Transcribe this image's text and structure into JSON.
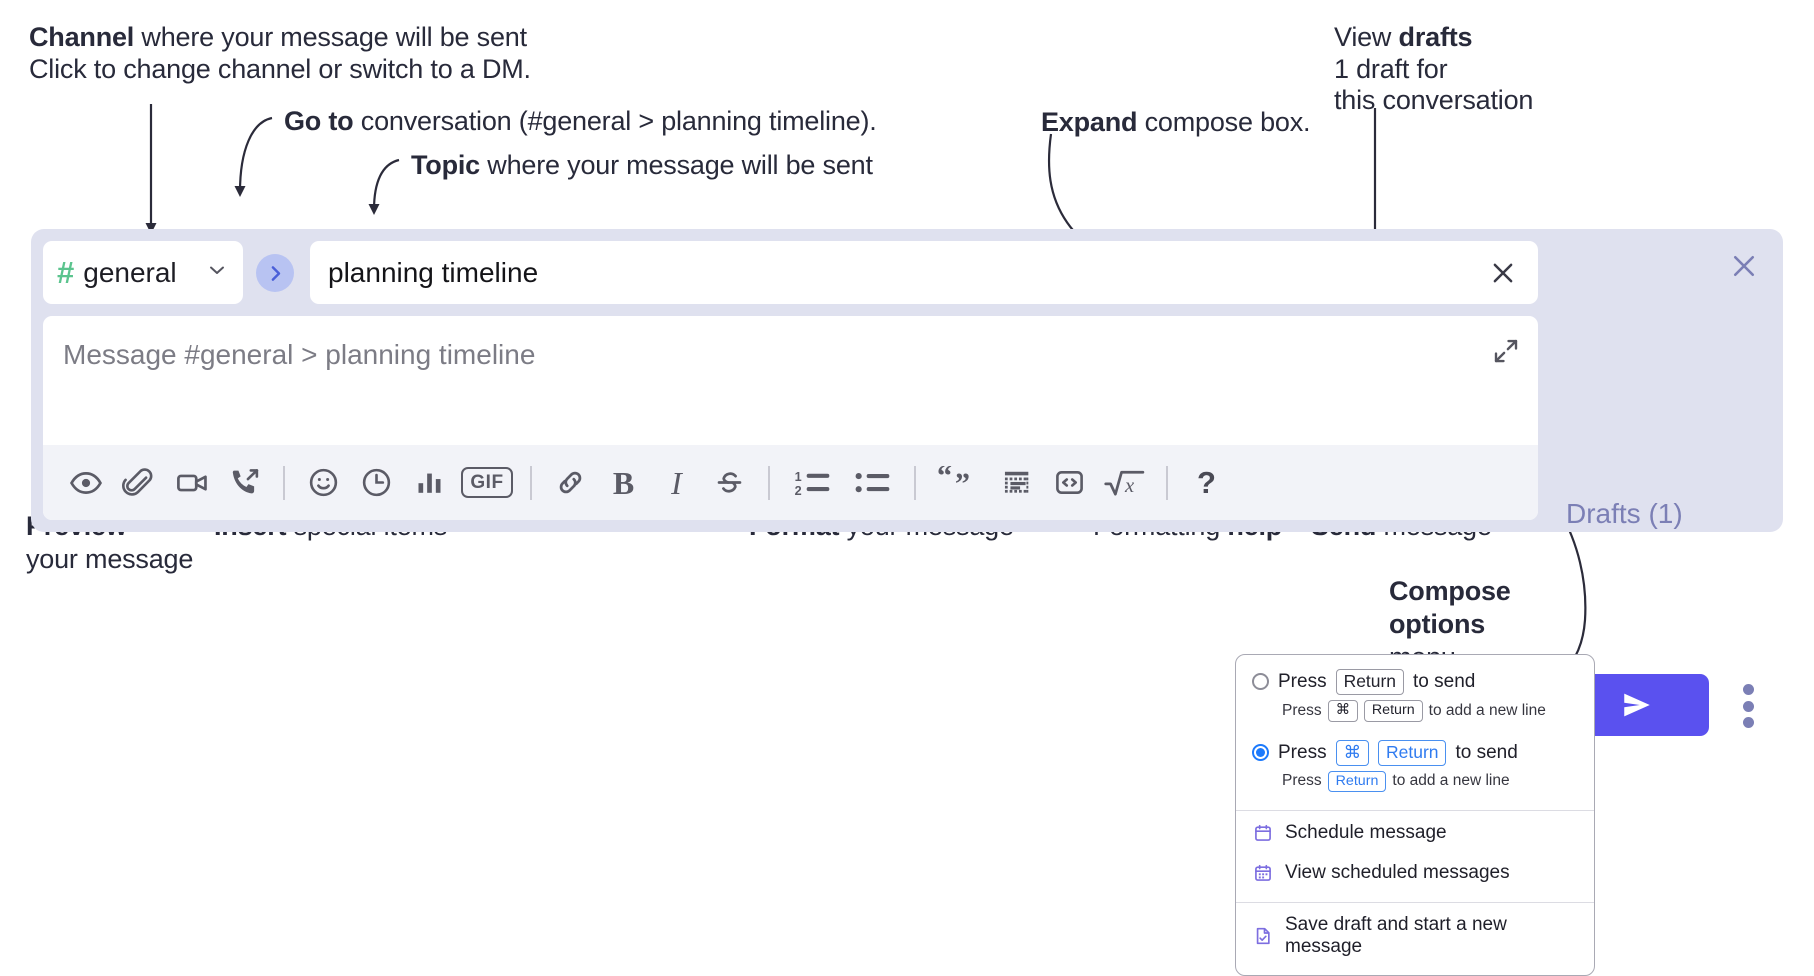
{
  "annotations": {
    "channel": {
      "bold": "Channel",
      "rest": " where your message will be sent",
      "sub": "Click to change channel or switch to a DM."
    },
    "goto": {
      "bold": "Go to",
      "rest": " conversation (#general > planning timeline)."
    },
    "topic": {
      "bold": "Topic",
      "rest": " where your message will be sent"
    },
    "expand": {
      "bold": "Expand",
      "rest": " compose box."
    },
    "drafts": {
      "plain": "View ",
      "bold": "drafts",
      "sub1": "1 draft for",
      "sub2": "this conversation"
    },
    "preview": {
      "bold": "Preview",
      "line2": "your message"
    },
    "insert": {
      "bold": "Insert",
      "rest": " special items"
    },
    "format": {
      "bold": "Format",
      "rest": " your message"
    },
    "help": {
      "plain": "Formatting ",
      "bold": "help"
    },
    "send": {
      "bold": "Send",
      "rest": " message"
    },
    "compose_options": {
      "bold1": "Compose",
      "bold2": "options",
      "plain": "menu"
    }
  },
  "compose": {
    "channel_name": "general",
    "hash_glyph": "#",
    "topic_value": "planning timeline",
    "message_placeholder": "Message #general > planning timeline",
    "drafts_label": "Drafts (1)",
    "toolbar": [
      {
        "name": "preview-icon",
        "title": "Preview"
      },
      {
        "name": "attachment-icon",
        "title": "Attach file"
      },
      {
        "name": "video-icon",
        "title": "Record video clip"
      },
      {
        "name": "audio-call-icon",
        "title": "Record audio clip"
      },
      {
        "name": "separator",
        "title": ""
      },
      {
        "name": "emoji-icon",
        "title": "Emoji"
      },
      {
        "name": "clock-icon",
        "title": "Reminder"
      },
      {
        "name": "poll-icon",
        "title": "Poll"
      },
      {
        "name": "gif-icon",
        "title": "GIF"
      },
      {
        "name": "separator",
        "title": ""
      },
      {
        "name": "link-icon",
        "title": "Link"
      },
      {
        "name": "bold-icon",
        "title": "Bold"
      },
      {
        "name": "italic-icon",
        "title": "Italic"
      },
      {
        "name": "strikethrough-icon",
        "title": "Strikethrough"
      },
      {
        "name": "separator",
        "title": ""
      },
      {
        "name": "ordered-list-icon",
        "title": "Ordered list"
      },
      {
        "name": "bulleted-list-icon",
        "title": "Bulleted list"
      },
      {
        "name": "separator",
        "title": ""
      },
      {
        "name": "blockquote-icon",
        "title": "Blockquote"
      },
      {
        "name": "code-block-icon",
        "title": "Code block"
      },
      {
        "name": "inline-code-icon",
        "title": "Code"
      },
      {
        "name": "math-icon",
        "title": "Math"
      },
      {
        "name": "separator",
        "title": ""
      },
      {
        "name": "help-icon",
        "title": "Formatting help"
      }
    ],
    "gif_label": "GIF",
    "help_label": "?"
  },
  "options_menu": {
    "option1": {
      "pre": "Press",
      "key": "Return",
      "post": "to send",
      "sub_pre": "Press",
      "sub_key1": "⌘",
      "sub_key2": "Return",
      "sub_post": "to add a new line",
      "selected": false
    },
    "option2": {
      "pre": "Press",
      "key1": "⌘",
      "key2": "Return",
      "post": "to send",
      "sub_pre": "Press",
      "sub_key": "Return",
      "sub_post": "to add a new line",
      "selected": true
    },
    "items": [
      {
        "icon": "calendar-icon",
        "label": "Schedule message"
      },
      {
        "icon": "calendar-grid-icon",
        "label": "View scheduled messages"
      },
      {
        "icon": "save-draft-icon",
        "label": "Save draft and start a new message"
      }
    ]
  },
  "colors": {
    "compose_bg": "#dfe1ef",
    "send_button": "#5a51ef",
    "hash_green": "#5bc48e",
    "goto_blue": "#b8c3f2",
    "drafts_text": "#7b7fb5",
    "menu_icon_purple": "#7d6ee0",
    "radio_blue": "#1d7afc"
  }
}
